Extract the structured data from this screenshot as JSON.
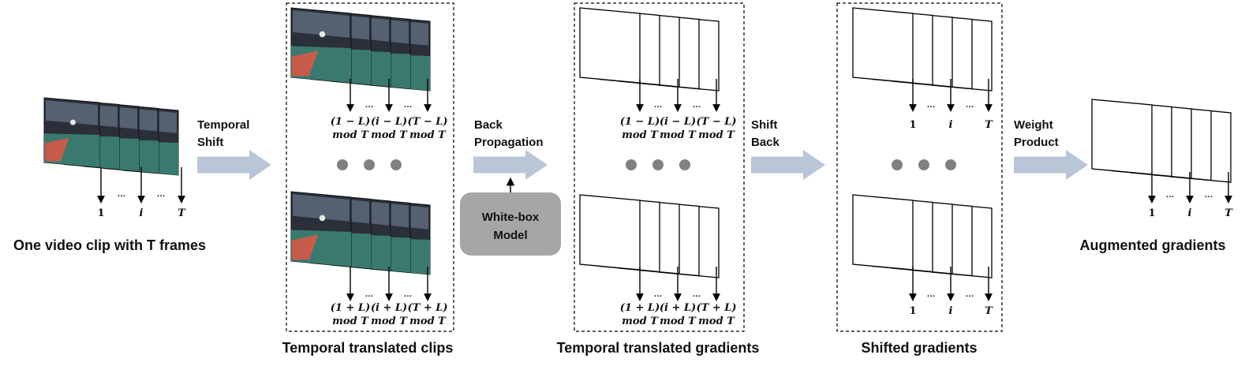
{
  "labels": {
    "input_caption": "One video clip with T frames",
    "clips_caption": "Temporal translated clips",
    "gradients_caption": "Temporal translated gradients",
    "shifted_caption": "Shifted gradients",
    "augmented_caption": "Augmented gradients",
    "arrow1": [
      "Temporal",
      "Shift"
    ],
    "arrow2": [
      "Back",
      "Propagation"
    ],
    "arrow3": [
      "Shift",
      "Back"
    ],
    "arrow4": [
      "Weight",
      "Product"
    ],
    "model": [
      "White-box",
      "Model"
    ],
    "ellipsis": "…"
  },
  "frame_indices": {
    "plain": [
      "1",
      "i",
      "T"
    ],
    "minus_top": [
      "(1 − L)",
      "(i − L)",
      "(T − L)"
    ],
    "plus_bottom": [
      "(1 + L)",
      "(i + L)",
      "(T + L)"
    ],
    "mod": [
      "mod T",
      "mod T",
      "mod T"
    ]
  },
  "colors": {
    "arrow_fill": "#b9c6d8",
    "model_fill": "#a6a6a6",
    "dot_fill": "#808080",
    "court_floor": "#3a7a6e",
    "court_red": "#c85a4a",
    "video_dark": "#2a2f3a"
  },
  "icons": {
    "video_frame": "video-frame-thumbnail",
    "gradient_frame": "blank-gradient-frame",
    "big_arrow": "block-right-arrow"
  }
}
